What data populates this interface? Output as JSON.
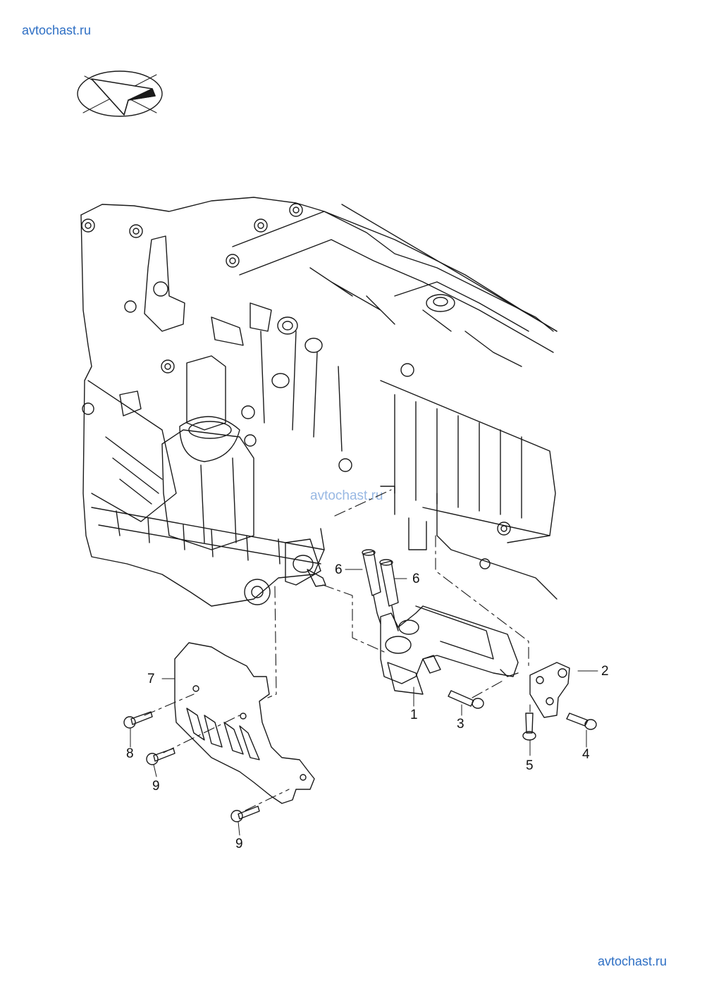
{
  "watermarks": {
    "top_left": "avtochast.ru",
    "center": "avtochast.ru",
    "bottom_right": "avtochast.ru"
  },
  "icons": {
    "orientation": "direction-arrow-icon"
  },
  "callouts": {
    "c1": "1",
    "c2": "2",
    "c3": "3",
    "c4": "4",
    "c5": "5",
    "c6a": "6",
    "c6b": "6",
    "c7": "7",
    "c8": "8",
    "c9a": "9",
    "c9b": "9"
  },
  "colors": {
    "line": "#1a1a1a",
    "watermark": "#2e6fc4"
  }
}
